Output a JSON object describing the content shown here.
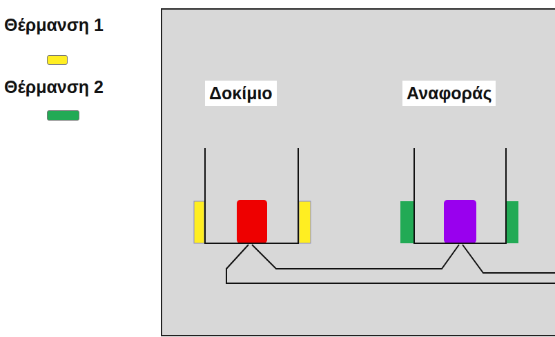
{
  "diagram": {
    "nodes": [
      {
        "text": [
          "Δοκίμιο"
        ]
      },
      {
        "text": [
          "Αναφοράς"
        ]
      }
    ],
    "edges": [
      {
        "from": 0,
        "to": 1,
        "arrow": "none"
      }
    ],
    "legend": [
      {
        "text": "Θέρμανση 1",
        "color": "#ffee22"
      },
      {
        "text": "Θέρμανση 2",
        "color": "#22aa55"
      }
    ]
  }
}
